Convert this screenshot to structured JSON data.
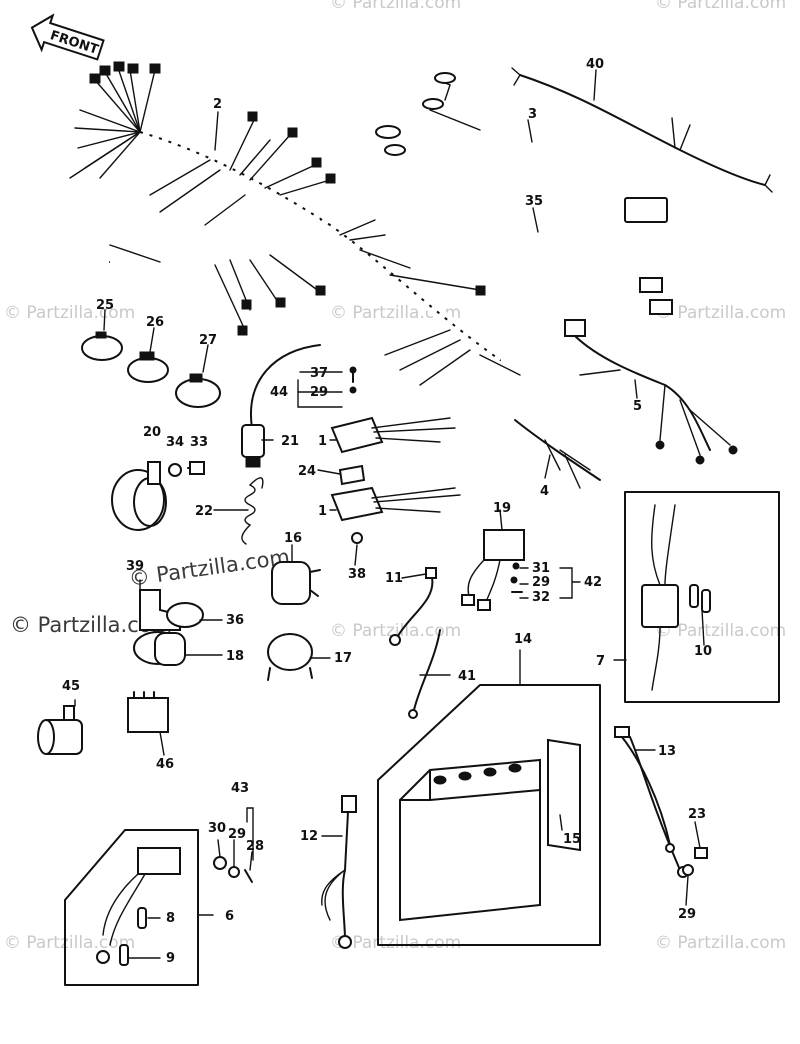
{
  "front_label": "FRONT",
  "watermark": "© Partzilla.com",
  "callouts": [
    {
      "id": "c1a",
      "text": "1"
    },
    {
      "id": "c1b",
      "text": "1"
    },
    {
      "id": "c2",
      "text": "2"
    },
    {
      "id": "c3",
      "text": "3"
    },
    {
      "id": "c4",
      "text": "4"
    },
    {
      "id": "c5",
      "text": "5"
    },
    {
      "id": "c6",
      "text": "6"
    },
    {
      "id": "c7",
      "text": "7"
    },
    {
      "id": "c8",
      "text": "8"
    },
    {
      "id": "c9",
      "text": "9"
    },
    {
      "id": "c10",
      "text": "10"
    },
    {
      "id": "c11",
      "text": "11"
    },
    {
      "id": "c12",
      "text": "12"
    },
    {
      "id": "c13",
      "text": "13"
    },
    {
      "id": "c14",
      "text": "14"
    },
    {
      "id": "c15",
      "text": "15"
    },
    {
      "id": "c16",
      "text": "16"
    },
    {
      "id": "c17",
      "text": "17"
    },
    {
      "id": "c18",
      "text": "18"
    },
    {
      "id": "c19",
      "text": "19"
    },
    {
      "id": "c20",
      "text": "20"
    },
    {
      "id": "c21",
      "text": "21"
    },
    {
      "id": "c22",
      "text": "22"
    },
    {
      "id": "c23",
      "text": "23"
    },
    {
      "id": "c24",
      "text": "24"
    },
    {
      "id": "c25",
      "text": "25"
    },
    {
      "id": "c26",
      "text": "26"
    },
    {
      "id": "c27",
      "text": "27"
    },
    {
      "id": "c28",
      "text": "28"
    },
    {
      "id": "c29a",
      "text": "29"
    },
    {
      "id": "c29b",
      "text": "29"
    },
    {
      "id": "c29c",
      "text": "29"
    },
    {
      "id": "c29d",
      "text": "29"
    },
    {
      "id": "c30",
      "text": "30"
    },
    {
      "id": "c31",
      "text": "31"
    },
    {
      "id": "c32",
      "text": "32"
    },
    {
      "id": "c33",
      "text": "33"
    },
    {
      "id": "c34",
      "text": "34"
    },
    {
      "id": "c35",
      "text": "35"
    },
    {
      "id": "c36",
      "text": "36"
    },
    {
      "id": "c37",
      "text": "37"
    },
    {
      "id": "c38",
      "text": "38"
    },
    {
      "id": "c39",
      "text": "39"
    },
    {
      "id": "c40",
      "text": "40"
    },
    {
      "id": "c41",
      "text": "41"
    },
    {
      "id": "c42",
      "text": "42"
    },
    {
      "id": "c43",
      "text": "43"
    },
    {
      "id": "c44",
      "text": "44"
    },
    {
      "id": "c45",
      "text": "45"
    },
    {
      "id": "c46",
      "text": "46"
    }
  ]
}
